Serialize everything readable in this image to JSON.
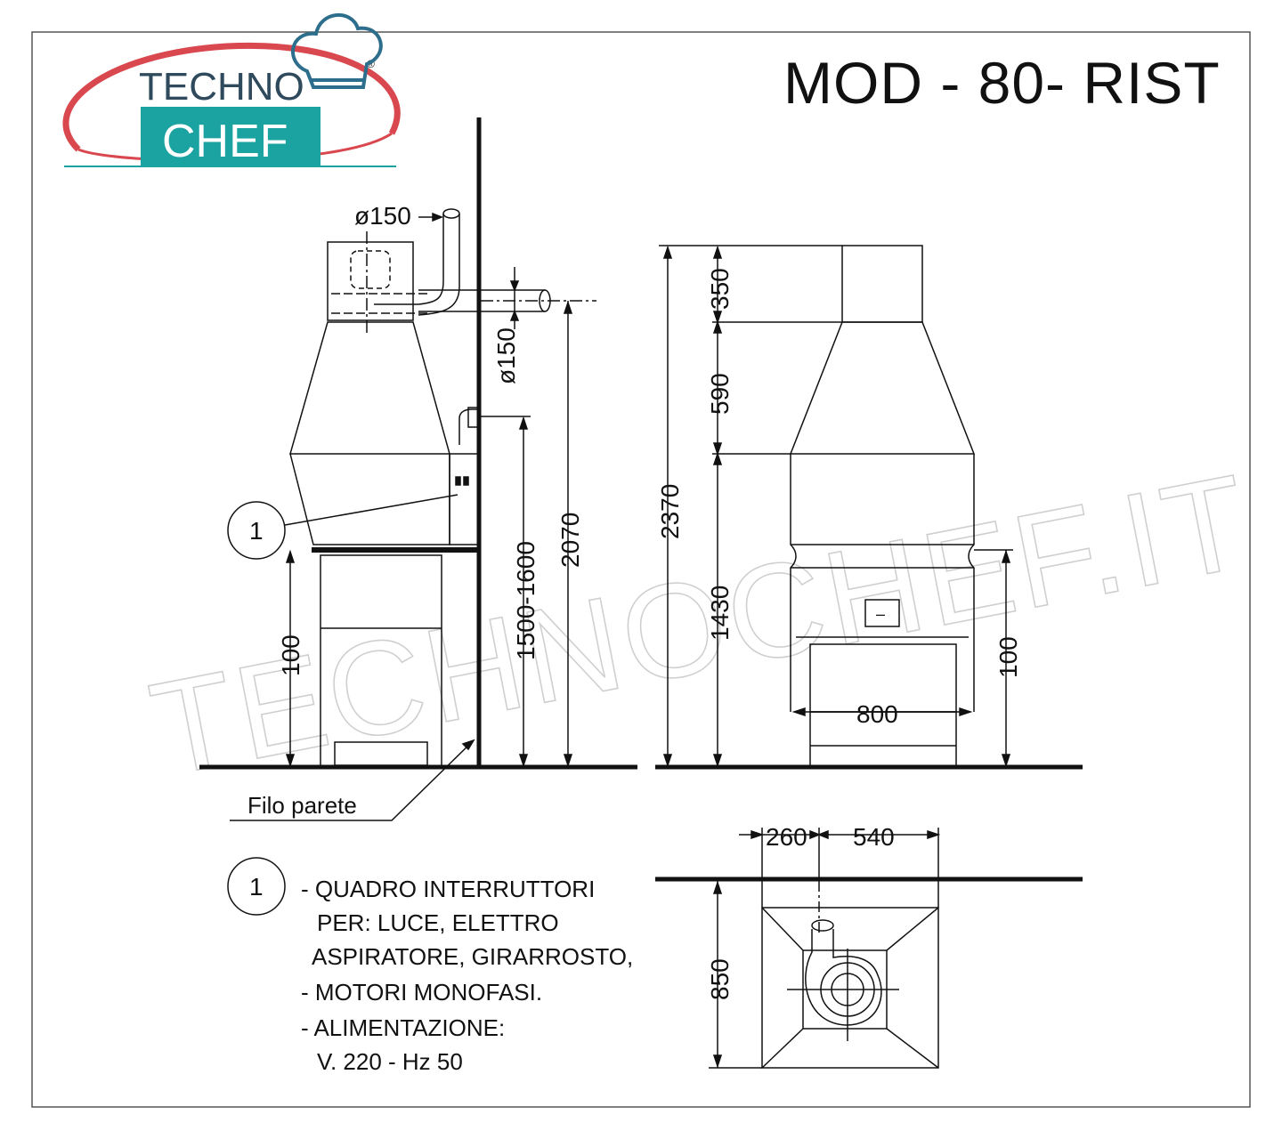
{
  "logo": {
    "line1": "TECHNO",
    "line2": "CHEF",
    "registered": "®",
    "colors": {
      "ring": "#d9474f",
      "band": "#1aa3a0",
      "text": "#2f4a5c",
      "chef_hat": "#2d6e8c"
    }
  },
  "title": "MOD - 80- RIST",
  "watermark": "TECHNOCHEF.IT",
  "side_view": {
    "pipe_top": "ø150",
    "pipe_side": "ø150",
    "callout": "1",
    "wall_label": "Filo parete",
    "dims": {
      "base": "100",
      "range": "1500-1600",
      "total": "2070"
    }
  },
  "front_view": {
    "dims": {
      "top": "350",
      "hood": "590",
      "overall": "2370",
      "lower": "1430",
      "base": "100",
      "width": "800"
    },
    "panel_symbol": "–"
  },
  "plan_view": {
    "dims": {
      "a": "260",
      "b": "540",
      "depth": "850"
    }
  },
  "notes": {
    "callout": "1",
    "lines": [
      "- QUADRO INTERRUTTORI",
      "PER: LUCE, ELETTRO",
      "ASPIRATORE, GIRARROSTO,",
      "- MOTORI MONOFASI.",
      "- ALIMENTAZIONE:",
      "V. 220 - Hz 50"
    ]
  }
}
